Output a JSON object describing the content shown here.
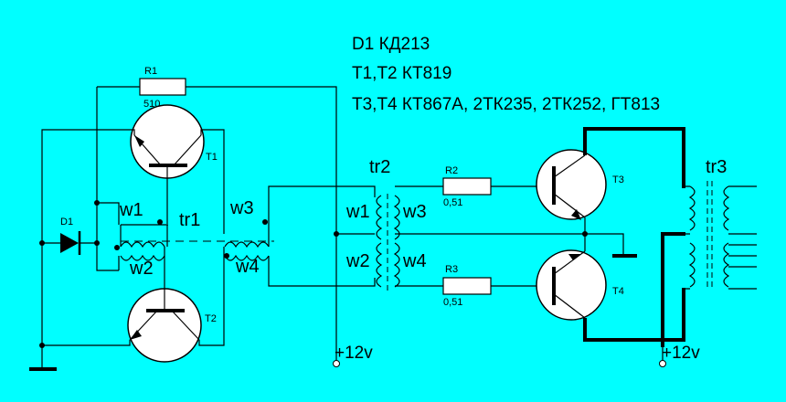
{
  "notes": [
    "D1  КД213",
    "T1,T2  КТ819",
    "T3,T4  КТ867А, 2ТК235, 2ТК252, ГТ813"
  ],
  "components": {
    "r1": {
      "name": "R1",
      "value": "510"
    },
    "r2": {
      "name": "R2",
      "value": "0,51"
    },
    "r3": {
      "name": "R3",
      "value": "0,51"
    },
    "d1": {
      "name": "D1"
    },
    "t1": {
      "name": "T1"
    },
    "t2": {
      "name": "T2"
    },
    "t3": {
      "name": "T3"
    },
    "t4": {
      "name": "T4"
    }
  },
  "transformers": {
    "tr1": {
      "name": "tr1",
      "windings": [
        "w1",
        "w2",
        "w3",
        "w4"
      ]
    },
    "tr2": {
      "name": "tr2",
      "windings": [
        "w1",
        "w2",
        "w3",
        "w4"
      ]
    },
    "tr3": {
      "name": "tr3"
    }
  },
  "supply": {
    "left": "+12v",
    "right": "+12v"
  },
  "colors": {
    "background": "#00ffff",
    "wire": "#000000",
    "body": "#ffffff"
  }
}
